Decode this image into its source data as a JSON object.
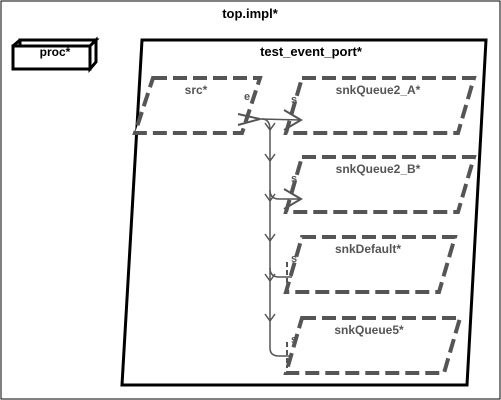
{
  "diagram": {
    "outer": {
      "title": "top.impl*"
    },
    "proc": {
      "label": "proc*"
    },
    "thread_group": {
      "title": "test_event_port*"
    },
    "source": {
      "label": "src*",
      "port_label": "e"
    },
    "sinks": [
      {
        "label": "snkQueue2_A*",
        "port_label": "s"
      },
      {
        "label": "snkQueue2_B*",
        "port_label": "s"
      },
      {
        "label": "snkDefault*",
        "port_label": "s"
      },
      {
        "label": "snkQueue5*",
        "port_label": "s"
      }
    ]
  }
}
